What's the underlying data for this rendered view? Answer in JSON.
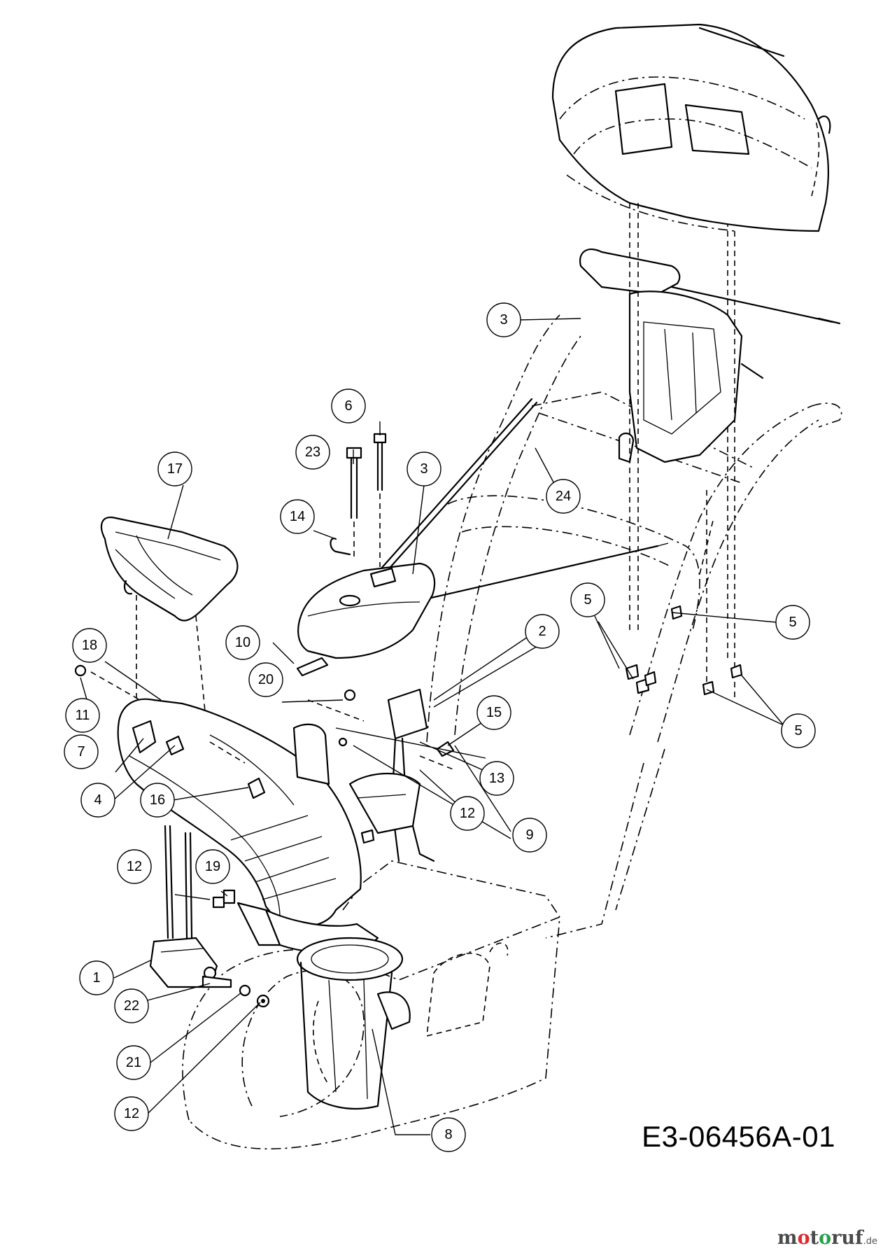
{
  "drawing": {
    "code": "E3-06456A-01",
    "watermark": {
      "part1": "m",
      "o1": "o",
      "part2": "t",
      "o2": "o",
      "part3": "ruf",
      "tld": ".de"
    }
  },
  "callouts": [
    {
      "id": "c1",
      "label": "1"
    },
    {
      "id": "c2",
      "label": "2"
    },
    {
      "id": "c3a",
      "label": "3"
    },
    {
      "id": "c3b",
      "label": "3"
    },
    {
      "id": "c4",
      "label": "4"
    },
    {
      "id": "c5a",
      "label": "5"
    },
    {
      "id": "c5b",
      "label": "5"
    },
    {
      "id": "c5c",
      "label": "5"
    },
    {
      "id": "c6",
      "label": "6"
    },
    {
      "id": "c7",
      "label": "7"
    },
    {
      "id": "c8",
      "label": "8"
    },
    {
      "id": "c9",
      "label": "9"
    },
    {
      "id": "c10",
      "label": "10"
    },
    {
      "id": "c11",
      "label": "11"
    },
    {
      "id": "c12a",
      "label": "12"
    },
    {
      "id": "c12b",
      "label": "12"
    },
    {
      "id": "c12c",
      "label": "12"
    },
    {
      "id": "c13",
      "label": "13"
    },
    {
      "id": "c14",
      "label": "14"
    },
    {
      "id": "c15",
      "label": "15"
    },
    {
      "id": "c16",
      "label": "16"
    },
    {
      "id": "c17",
      "label": "17"
    },
    {
      "id": "c18",
      "label": "18"
    },
    {
      "id": "c19",
      "label": "19"
    },
    {
      "id": "c20",
      "label": "20"
    },
    {
      "id": "c21",
      "label": "21"
    },
    {
      "id": "c22",
      "label": "22"
    },
    {
      "id": "c23",
      "label": "23"
    },
    {
      "id": "c24",
      "label": "24"
    }
  ]
}
